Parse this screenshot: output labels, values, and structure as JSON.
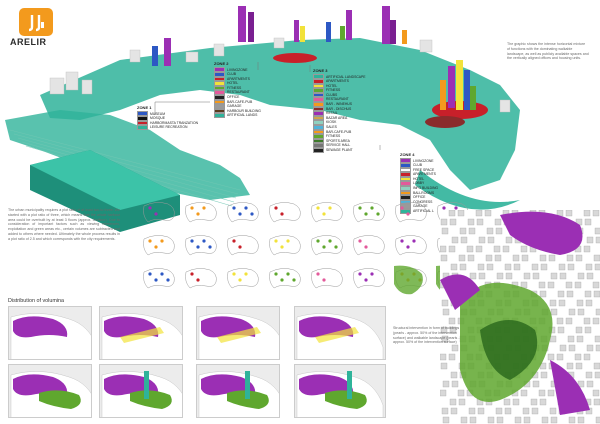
{
  "brand": {
    "logo_text": "ARELIR"
  },
  "colors": {
    "teal": "#2fb39a",
    "purple": "#9b2fb4",
    "green": "#5fa72e",
    "yellow": "#f2e23a",
    "orange": "#f39a1d",
    "red": "#c8202a",
    "blue": "#2d58c4"
  },
  "zone1": {
    "title": "ZONE 1",
    "items": [
      {
        "label": "MUSEUM",
        "color": "#2d58c4"
      },
      {
        "label": "MOSQUE",
        "color": "#111111"
      },
      {
        "label": "HARBORMASTA TRANZATION",
        "color": "#c8202a"
      },
      {
        "label": "LEISURE RECREATION",
        "color": "#2fb39a"
      }
    ]
  },
  "zone2": {
    "title": "ZONE 2",
    "items": [
      {
        "label": "LIVINGZONE",
        "color": "#9b2fb4"
      },
      {
        "label": "CLUB",
        "color": "#2d58c4"
      },
      {
        "label": "APARTMENTS",
        "color": "#c8202a"
      },
      {
        "label": "HOTEL",
        "color": "#f2e23a"
      },
      {
        "label": "FITNESS",
        "color": "#5fa72e"
      },
      {
        "label": "RESTAURANT",
        "color": "#e35a9b"
      },
      {
        "label": "OFFICE",
        "color": "#222222"
      },
      {
        "label": "BAR-CAFE-PUB",
        "color": "#f39a1d"
      },
      {
        "label": "GARAGE",
        "color": "#9a9a9a"
      },
      {
        "label": "HARBOUR BUILDING",
        "color": "#5b3a1e"
      },
      {
        "label": "ARTIFICIAL LANDS",
        "color": "#2fb39a"
      }
    ]
  },
  "zone3": {
    "title": "ZONE 3",
    "items": [
      {
        "label": "ARTIFICIAL LANDSCAPE",
        "color": "#2fb39a"
      },
      {
        "label": "APARTMENTS",
        "color": "#c8202a"
      },
      {
        "label": "HOTEL",
        "color": "#f2e23a"
      },
      {
        "label": "FITNESS",
        "color": "#5fa72e"
      },
      {
        "label": "CLUBS",
        "color": "#2d58c4"
      },
      {
        "label": "RESTAURANT",
        "color": "#e35a9b"
      },
      {
        "label": "BAR - WINEHUS",
        "color": "#f39a1d"
      },
      {
        "label": "BAR - DISCHUS",
        "color": "#8a2c2c"
      },
      {
        "label": "RETAIL",
        "color": "#9b2fb4"
      },
      {
        "label": "BAZAR AREA",
        "color": "#cfa64a"
      },
      {
        "label": "KIOSK",
        "color": "#8fd1c0"
      },
      {
        "label": "SALES",
        "color": "#4fb3d9"
      },
      {
        "label": "BAR-CAFE-PUB",
        "color": "#f39a1d"
      },
      {
        "label": "FITNESS",
        "color": "#5fa72e"
      },
      {
        "label": "SPORTS AREA",
        "color": "#3d7a2a"
      },
      {
        "label": "SERVICE HALL",
        "color": "#777777"
      },
      {
        "label": "SEWAGE PLANT",
        "color": "#222222"
      }
    ]
  },
  "zone4": {
    "title": "ZONE 4",
    "items": [
      {
        "label": "LIVINGZONE",
        "color": "#9b2fb4"
      },
      {
        "label": "CLUB",
        "color": "#2d58c4"
      },
      {
        "label": "FREE SPACE",
        "color": "#ffffff"
      },
      {
        "label": "APARTMENTS",
        "color": "#c8202a"
      },
      {
        "label": "HOTEL",
        "color": "#f2e23a"
      },
      {
        "label": "LOBBY",
        "color": "#e35a9b"
      },
      {
        "label": "INFO BUILDING",
        "color": "#8fd1c0"
      },
      {
        "label": "BALLROOMS",
        "color": "#f39a1d"
      },
      {
        "label": "OFFICE",
        "color": "#222222"
      },
      {
        "label": "CONGRESS",
        "color": "#4fb3d9"
      },
      {
        "label": "GARAGE",
        "color": "#9a9a9a"
      },
      {
        "label": "ARTIFICIAL L",
        "color": "#2fb39a"
      }
    ]
  },
  "text_main": "The urban municipality requires a plot ratio of at least two to three. We started with a plot ratio of three, which means that the whole harbour area could be overbuilt by at least 3 floors (approx. 5m/floor). Due to consideration of important factors such as viewing references, exploitation and green areas etc., certain volumes are subtracted and added to others where needed. Ultimately the whole process results in a plot ratio of 2.5 and which corresponds with the city requirements.",
  "text_right": "The graphic shows the intense horizontal mixture of functions with the dominating walkable landscape, as well as publicly available spaces and the vertically aligned offices and housing units.",
  "text_struct": "Structural intervention in form of buildings (pearls - approx. 50% of the intervention surface) and walkable landscape (pearls - approx. 50% of the intervention surface)",
  "dist_title": "Distribution of volumina"
}
